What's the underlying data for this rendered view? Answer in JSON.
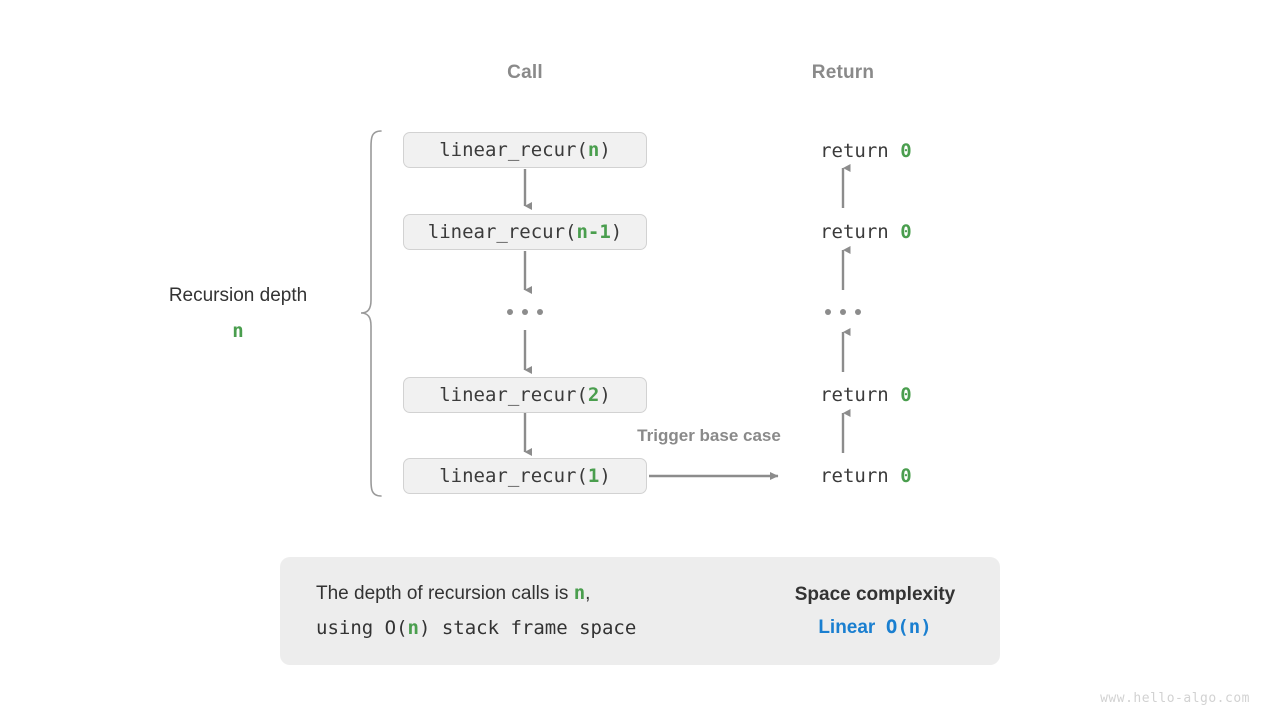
{
  "headers": {
    "call": "Call",
    "return": "Return"
  },
  "call_stack": [
    {
      "prefix": "linear_recur(",
      "arg": "n",
      "suffix": ")"
    },
    {
      "prefix": "linear_recur(",
      "arg": "n-1",
      "suffix": ")"
    },
    {
      "prefix": "linear_recur(",
      "arg": "2",
      "suffix": ")"
    },
    {
      "prefix": "linear_recur(",
      "arg": "1",
      "suffix": ")"
    }
  ],
  "returns": [
    {
      "text": "return ",
      "value": "0"
    },
    {
      "text": "return ",
      "value": "0"
    },
    {
      "text": "return ",
      "value": "0"
    },
    {
      "text": "return ",
      "value": "0"
    }
  ],
  "depth_label": {
    "text": "Recursion depth",
    "variable": "n"
  },
  "trigger_label": "Trigger base case",
  "summary": {
    "line1_a": "The depth of recursion calls is ",
    "line1_var": "n",
    "line1_b": ",",
    "line2_a": "using O(",
    "line2_var": "n",
    "line2_b": ") stack frame space",
    "complexity_title": "Space complexity",
    "complexity_name": "Linear",
    "complexity_value": "O(n)"
  },
  "watermark": "www.hello-algo.com",
  "colors": {
    "green": "#4a9e4e",
    "blue": "#1a7fd0",
    "gray_text": "#8a8a8a",
    "dark_text": "#333333",
    "box_fill": "#f1f1f1",
    "box_border": "#d2d2d2",
    "summary_fill": "#ededed",
    "arrow": "#8c8c8c"
  }
}
